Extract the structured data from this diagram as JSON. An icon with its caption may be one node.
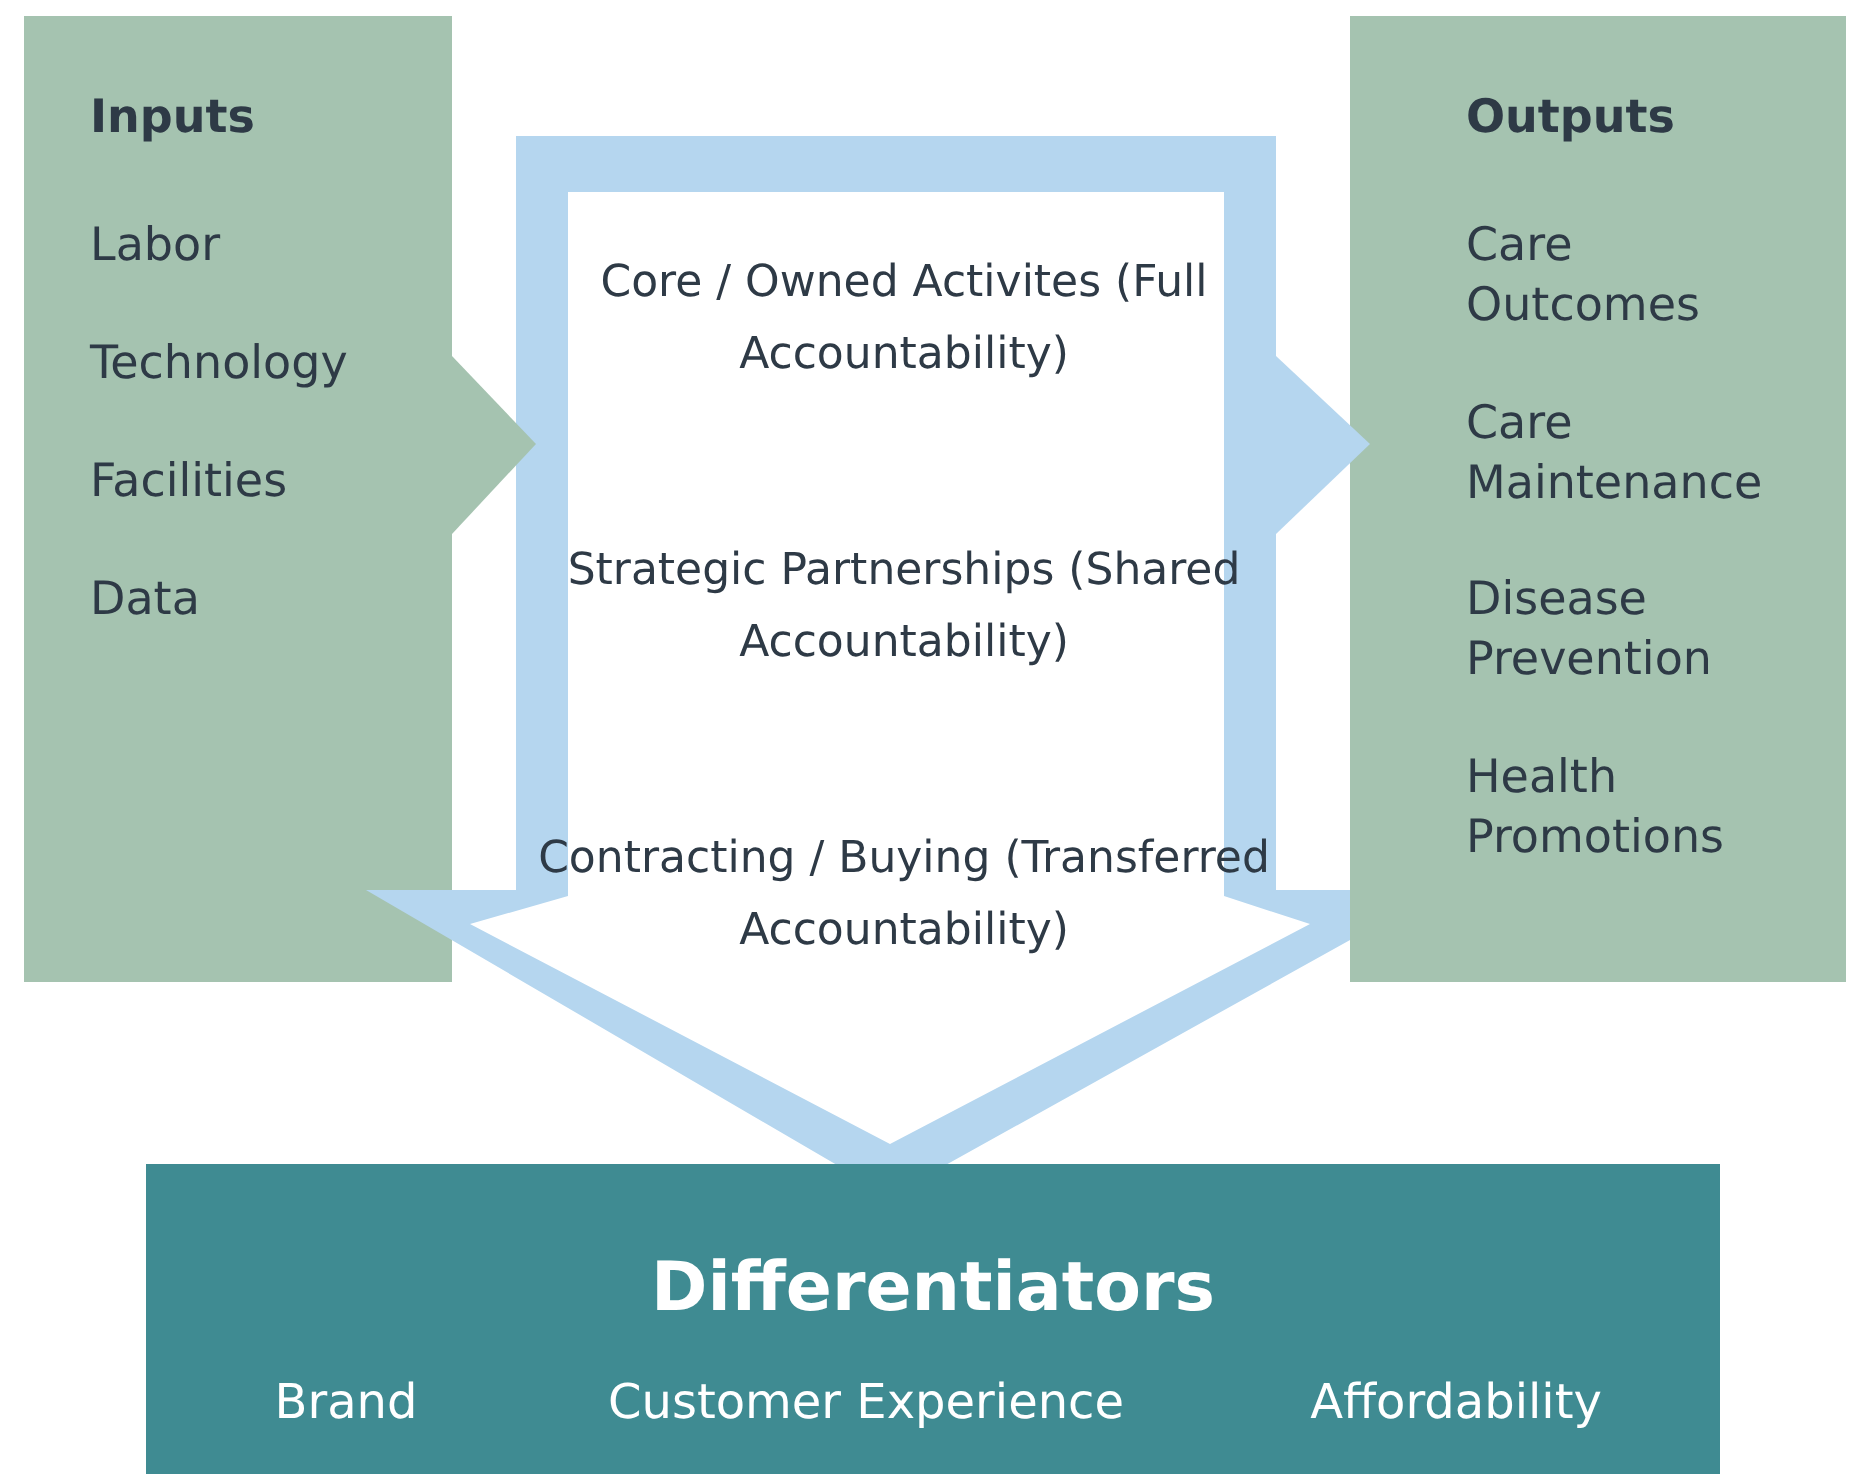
{
  "diagram": {
    "nodes": [
      {
        "text": [
          "Inputs",
          "Labor",
          "Technology",
          "Facilities",
          "Data"
        ]
      },
      {
        "text": [
          "Core / Owned Activites (Full Accountability)",
          "Strategic Partnerships (Shared Accountability)",
          "Contracting / Buying (Transferred Accountability)"
        ]
      },
      {
        "text": [
          "Outputs",
          "Care Outcomes",
          "Care Maintenance",
          "Disease Prevention",
          "Health Promotions"
        ]
      },
      {
        "text": [
          "Differentiators",
          "Brand",
          "Customer Experience",
          "Affordability"
        ]
      }
    ],
    "edges": [
      {
        "from": 0,
        "to": 1,
        "arrow": "to"
      },
      {
        "from": 1,
        "to": 2,
        "arrow": "to"
      }
    ]
  }
}
